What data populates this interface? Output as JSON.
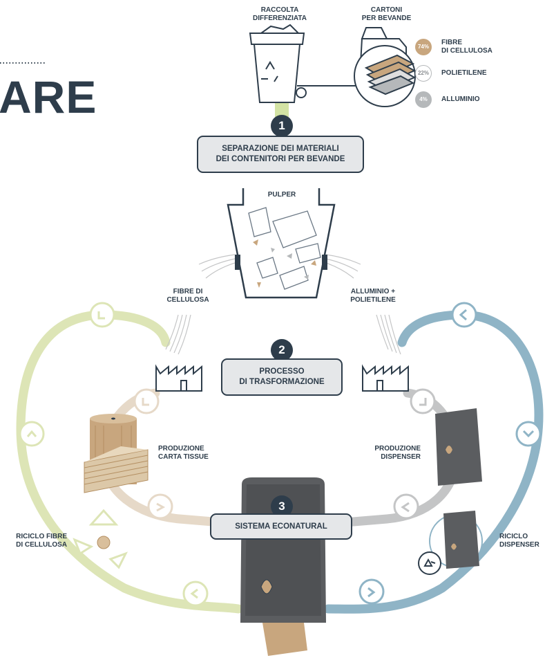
{
  "header": {
    "title_fragment": "ARE"
  },
  "top": {
    "bin_label": "RACCOLTA\nDIFFERENZIATA",
    "carton_label": "CARTONI\nPER BEVANDE",
    "composition": [
      {
        "pct": "74%",
        "label": "FIBRE\nDI CELLULOSA",
        "color": "#c8a67e"
      },
      {
        "pct": "22%",
        "label": "POLIETILENE",
        "color": "#ffffff"
      },
      {
        "pct": "4%",
        "label": "ALLUMINIO",
        "color": "#b5b8ba"
      }
    ]
  },
  "steps": [
    {
      "number": "1",
      "label": "SEPARAZIONE DEI MATERIALI\nDEI CONTENITORI PER BEVANDE"
    },
    {
      "number": "2",
      "label": "PROCESSO\nDI TRASFORMAZIONE"
    },
    {
      "number": "3",
      "label": "SISTEMA ECONATURAL"
    }
  ],
  "pulper": {
    "label": "PULPER"
  },
  "streams": {
    "left": "FIBRE DI\nCELLULOSA",
    "right": "ALLUMINIO +\nPOLIETILENE"
  },
  "products": {
    "tissue": "PRODUZIONE\nCARTA TISSUE",
    "dispenser": "PRODUZIONE\nDISPENSER"
  },
  "recycle": {
    "left": "RICICLO FIBRE\nDI CELLULOSA",
    "right": "RICICLO\nDISPENSER"
  },
  "colors": {
    "dark": "#2e3d4b",
    "green_loop": "#dde5b6",
    "blue_loop": "#8fb4c6",
    "beige_loop": "#e6d9c8",
    "gray_loop": "#c4c5c6",
    "stem_green": "#d3e3a4",
    "cardboard": "#c8a67e",
    "dispenser": "#5b5d60"
  }
}
